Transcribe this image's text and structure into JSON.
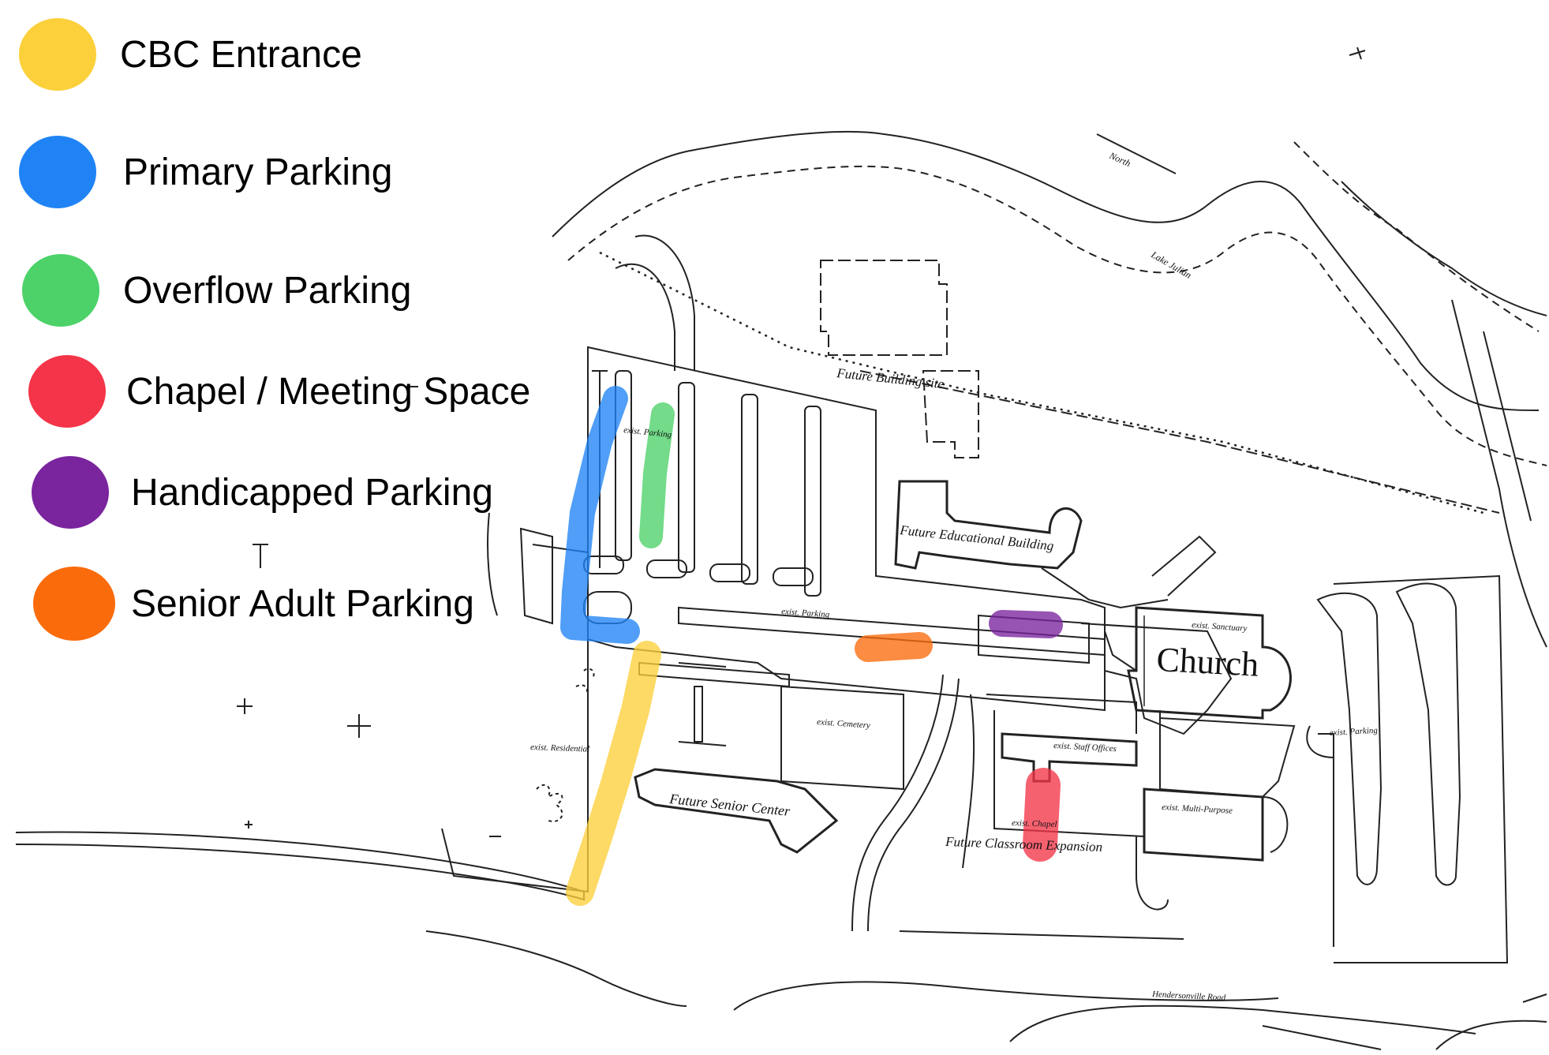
{
  "legend": [
    {
      "label": "CBC Entrance",
      "color": "#FCD03A"
    },
    {
      "label": "Primary Parking",
      "color": "#1F83F5"
    },
    {
      "label": "Overflow Parking",
      "color": "#4CD268"
    },
    {
      "label": "Chapel / Meeting Space",
      "color": "#F43448"
    },
    {
      "label": "Handicapped Parking",
      "color": "#7A249E"
    },
    {
      "label": "Senior Adult Parking",
      "color": "#FA6B0C"
    }
  ],
  "plan_labels": {
    "north": "North",
    "lake": "Lake Julian",
    "future_building_site": "Future Building site",
    "exist_parking_north": "exist. Parking",
    "future_educational": "Future Educational Building",
    "exist_parking_center": "exist. Parking",
    "exist_sanctuary": "exist. Sanctuary",
    "church": "Church",
    "exist_parking_east": "exist. Parking",
    "exist_cemetery": "exist. Cemetery",
    "exist_staff_offices": "exist. Staff Offices",
    "exist_residential": "exist. Residential",
    "future_senior_center": "Future Senior Center",
    "exist_chapel": "exist. Chapel",
    "future_classroom": "Future Classroom Expansion",
    "exist_multipurpose": "exist. Multi-Purpose",
    "hendersonville_road": "Hendersonville Road"
  }
}
